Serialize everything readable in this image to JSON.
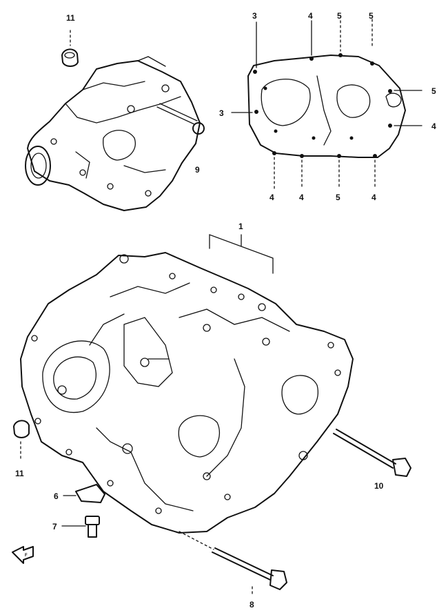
{
  "callouts": {
    "c1": "1",
    "c3a": "3",
    "c3b": "3",
    "c4a": "4",
    "c4b": "4",
    "c4c": "4",
    "c4d": "4",
    "c4e": "4",
    "c5a": "5",
    "c5b": "5",
    "c5c": "5",
    "c5d": "5",
    "c6": "6",
    "c7": "7",
    "c8": "8",
    "c9": "9",
    "c10": "10",
    "c11a": "11",
    "c11b": "11"
  },
  "icons": {
    "front_arrow": "front-direction-arrow-icon"
  }
}
